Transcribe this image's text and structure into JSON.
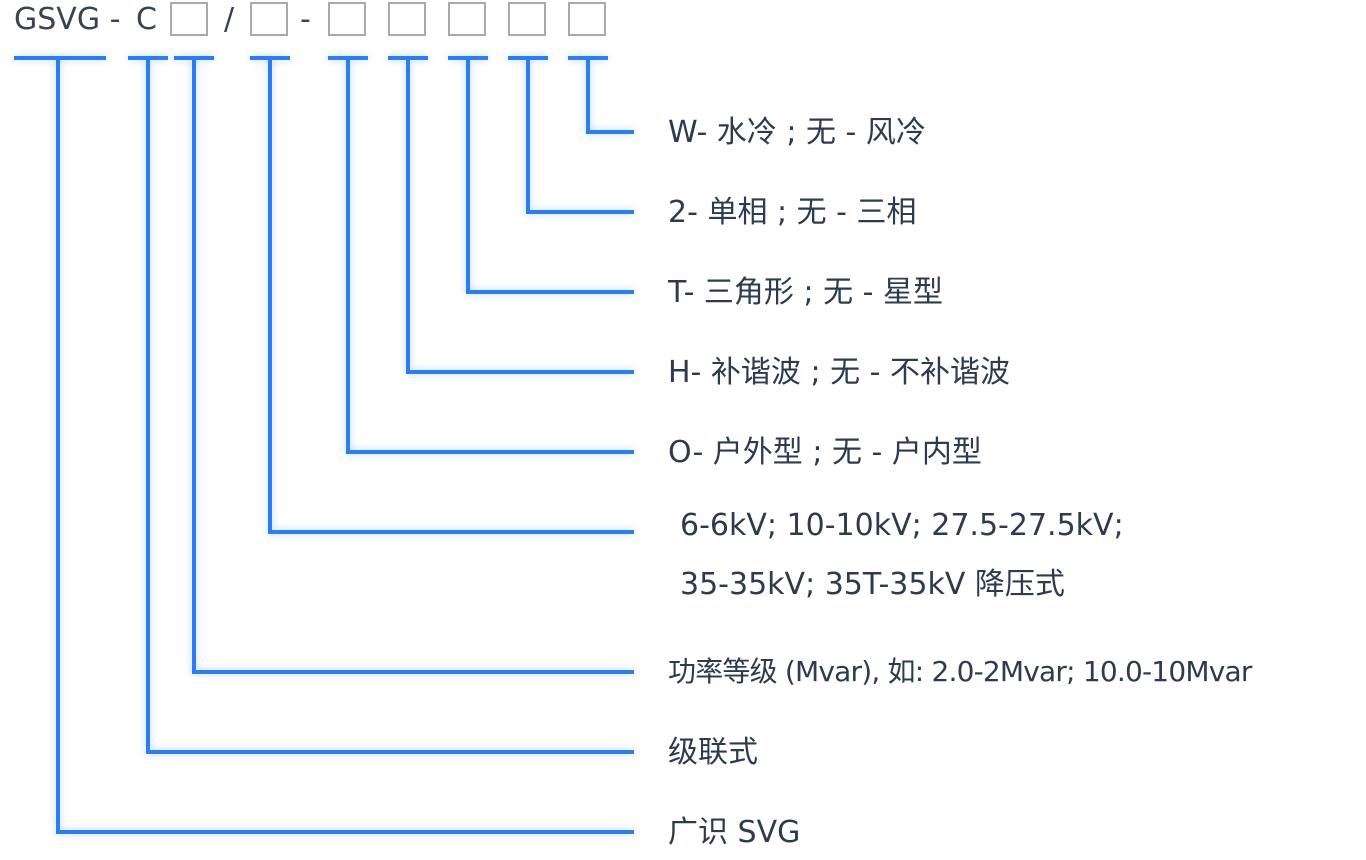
{
  "model_code": {
    "prefix": "GSVG -",
    "c": "C",
    "slash": "/",
    "dash": "-"
  },
  "descriptions": [
    {
      "id": "cooling",
      "text": "W- 水冷 ; 无 - 风冷"
    },
    {
      "id": "phase",
      "text": "2- 单相 ; 无 - 三相"
    },
    {
      "id": "connection",
      "text": "T- 三角形 ; 无 - 星型"
    },
    {
      "id": "harmonic",
      "text": "H- 补谐波 ; 无 - 不补谐波"
    },
    {
      "id": "installation",
      "text": "O- 户外型 ; 无 - 户内型"
    },
    {
      "id": "voltage",
      "text": "6-6kV; 10-10kV; 27.5-27.5kV;",
      "text2": "35-35kV; 35T-35kV 降压式"
    },
    {
      "id": "power",
      "text": "功率等级 (Mvar), 如: 2.0-2Mvar; 10.0-10Mvar"
    },
    {
      "id": "cascade",
      "text": "级联式"
    },
    {
      "id": "brand",
      "text": "广识 SVG"
    }
  ],
  "colors": {
    "connector": "#2b7df0",
    "box_border": "#a9a9a9",
    "text": "#2e3b4e"
  }
}
